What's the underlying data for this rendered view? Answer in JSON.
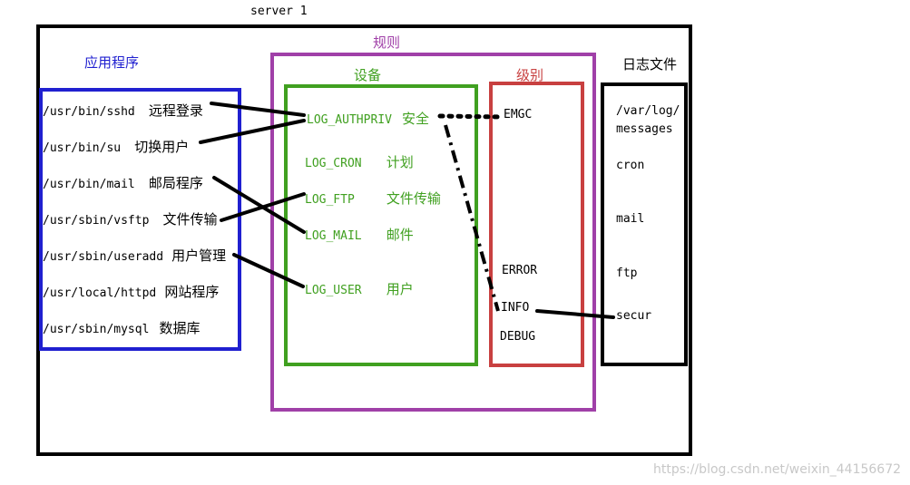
{
  "server_label": "server 1",
  "apps": {
    "title": "应用程序",
    "items": [
      {
        "path": "/usr/bin/sshd",
        "desc": "远程登录"
      },
      {
        "path": "/usr/bin/su",
        "desc": "切换用户"
      },
      {
        "path": "/usr/bin/mail",
        "desc": "邮局程序"
      },
      {
        "path": "/usr/sbin/vsftp",
        "desc": "文件传输"
      },
      {
        "path": "/usr/sbin/useradd",
        "desc": "用户管理"
      },
      {
        "path": "/usr/local/httpd",
        "desc": "网站程序"
      },
      {
        "path": "/usr/sbin/mysql",
        "desc": "数据库"
      }
    ]
  },
  "rules": {
    "title": "规则",
    "facility": {
      "title": "设备",
      "items": [
        {
          "name": "LOG_AUTHPRIV",
          "desc": "安全"
        },
        {
          "name": "LOG_CRON",
          "desc": "计划"
        },
        {
          "name": "LOG_FTP",
          "desc": "文件传输"
        },
        {
          "name": "LOG_MAIL",
          "desc": "邮件"
        },
        {
          "name": "LOG_USER",
          "desc": "用户"
        }
      ]
    },
    "level": {
      "title": "级别",
      "items": [
        "EMGC",
        "ERROR",
        "INFO",
        "DEBUG"
      ]
    }
  },
  "logs": {
    "title": "日志文件",
    "items": [
      "/var/log/",
      "messages",
      "cron",
      "mail",
      "ftp",
      "secur"
    ]
  },
  "watermark": "https://blog.csdn.net/weixin_44156672",
  "colors": {
    "server_border": "#000000",
    "apps": "#2020d0",
    "rules": "#a040a8",
    "facility": "#40a020",
    "level": "#c84040",
    "logs": "#000000",
    "watermark": "#c8c8c8"
  }
}
